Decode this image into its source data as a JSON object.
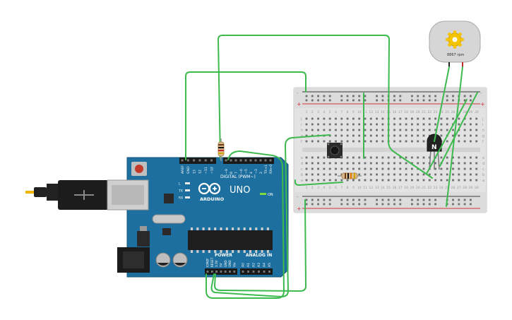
{
  "arduino": {
    "brand": "ARDUINO",
    "model": "UNO",
    "digital_label": "DIGITAL (PWM~)",
    "power_label": "POWER",
    "analog_label": "ANALOG IN",
    "on_label": "ON",
    "led_labels": [
      "L",
      "TX",
      "RX"
    ],
    "top_pin_labels": [
      "AREF",
      "GND",
      "13",
      "12",
      "~11",
      "~10",
      "~9",
      "8",
      "7",
      "~6",
      "~5",
      "4",
      "~3",
      "2",
      "TX→1",
      "RX←0"
    ],
    "power_pin_labels": [
      "IOREF",
      "RESET",
      "3.3V",
      "5V",
      "GND",
      "GND",
      "Vin"
    ],
    "analog_pin_labels": [
      "A0",
      "A1",
      "A2",
      "A3",
      "A4",
      "A5"
    ]
  },
  "motor": {
    "rpm_readout": "8867 rpm"
  },
  "transistor": {
    "label": "N"
  },
  "breadboard": {
    "rail_plus": "+",
    "rail_minus": "-",
    "row_letters_top": [
      "j",
      "i",
      "h",
      "g",
      "f"
    ],
    "row_letters_bottom": [
      "e",
      "d",
      "c",
      "b",
      "a"
    ],
    "column_numbers": [
      "1",
      "2",
      "3",
      "4",
      "5",
      "6",
      "7",
      "8",
      "9",
      "10",
      "11",
      "12",
      "13",
      "14",
      "15",
      "16",
      "17",
      "18",
      "19",
      "20",
      "21",
      "22",
      "23",
      "24",
      "25",
      "26",
      "27",
      "28",
      "29",
      "30"
    ]
  },
  "colors": {
    "wire": "#3dba4e",
    "board": "#1d6f9f",
    "breadboard": "#e3e3e3",
    "rail_red": "#d0343a",
    "rail_black": "#3a3a3a"
  }
}
